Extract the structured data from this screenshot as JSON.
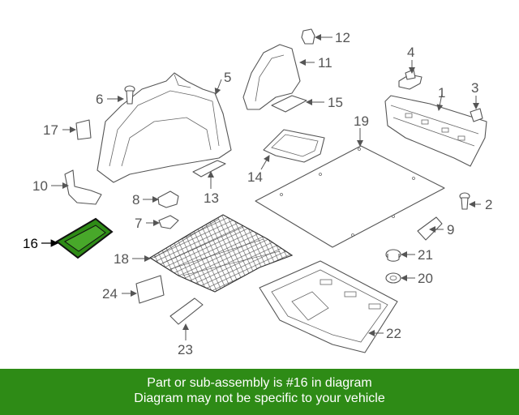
{
  "footer": {
    "line1": "Part or sub-assembly is #16 in diagram",
    "line2": "Diagram may not be specific to your vehicle"
  },
  "callouts": {
    "c1": "1",
    "c2": "2",
    "c3": "3",
    "c4": "4",
    "c5": "5",
    "c6": "6",
    "c7": "7",
    "c8": "8",
    "c9": "9",
    "c10": "10",
    "c11": "11",
    "c12": "12",
    "c13": "13",
    "c14": "14",
    "c15": "15",
    "c16": "16",
    "c17": "17",
    "c18": "18",
    "c19": "19",
    "c20": "20",
    "c21": "21",
    "c22": "22",
    "c23": "23",
    "c24": "24"
  },
  "highlight": {
    "part": "16",
    "color": "#2e8b16"
  }
}
